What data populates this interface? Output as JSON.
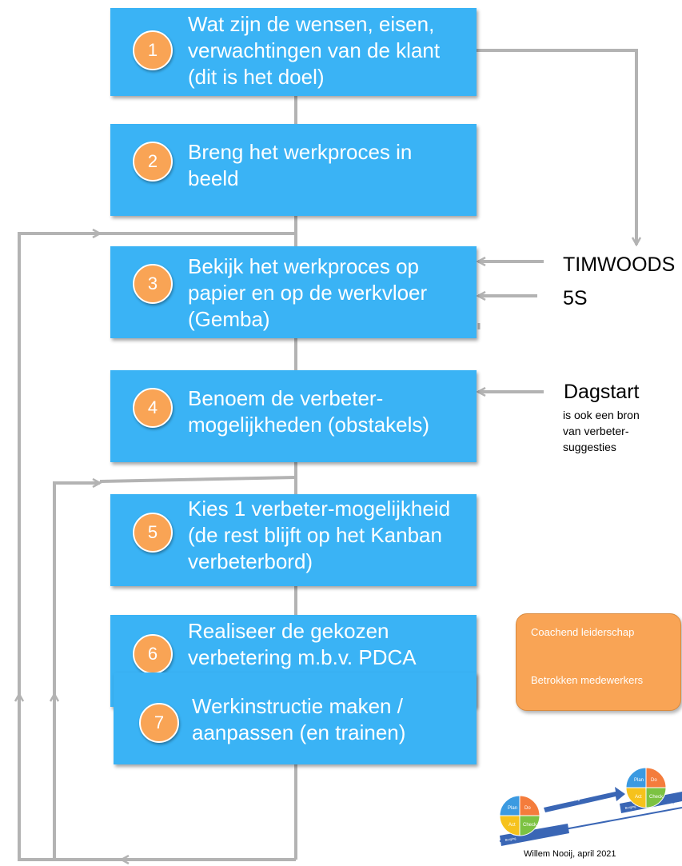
{
  "steps": [
    {
      "num": "1",
      "text": "Wat zijn de wensen, eisen,\nverwachtingen van de klant\n(dit is het doel)"
    },
    {
      "num": "2",
      "text": "Breng het werkproces in\nbeeld"
    },
    {
      "num": "3",
      "text": "Bekijk het werkproces op\npapier en op de werkvloer\n(Gemba)"
    },
    {
      "num": "4",
      "text": "Benoem de verbeter-\nmogelijkheden (obstakels)"
    },
    {
      "num": "5",
      "text": "Kies 1 verbeter-mogelijkheid\n(de rest blijft op het Kanban\nverbeterbord)"
    },
    {
      "num": "6",
      "text": "Realiseer de gekozen\nverbetering m.b.v. PDCA\n(en kom dichter bij het doel)"
    },
    {
      "num": "7",
      "text": "Werkinstructie maken /\naanpassen (en trainen)"
    }
  ],
  "side": {
    "timwoods": "TIMWOODS",
    "five_s": "5S",
    "dagstart": "Dagstart",
    "dagstart_note": "is ook een bron\nvan verbeter-\nsuggesties"
  },
  "orange_box": {
    "line1": "Coachend leiderschap",
    "line2": "Betrokken medewerkers"
  },
  "pdca": {
    "plan": "Plan",
    "do": "Do",
    "act": "Act",
    "check": "Check",
    "verbetering": "Verbetering",
    "borging": "Borging",
    "prestaties": "Prestaties (KP"
  },
  "footer": "Willem Nooij, april 2021",
  "colors": {
    "box": "#3ab3f5",
    "badge": "#f9a455",
    "arrow": "#b3b3b3",
    "pdca_plan": "#3b9ae1",
    "pdca_do": "#f47c3c",
    "pdca_check": "#7cc242",
    "pdca_act": "#f6c21c",
    "ramp": "#3a66b5"
  }
}
